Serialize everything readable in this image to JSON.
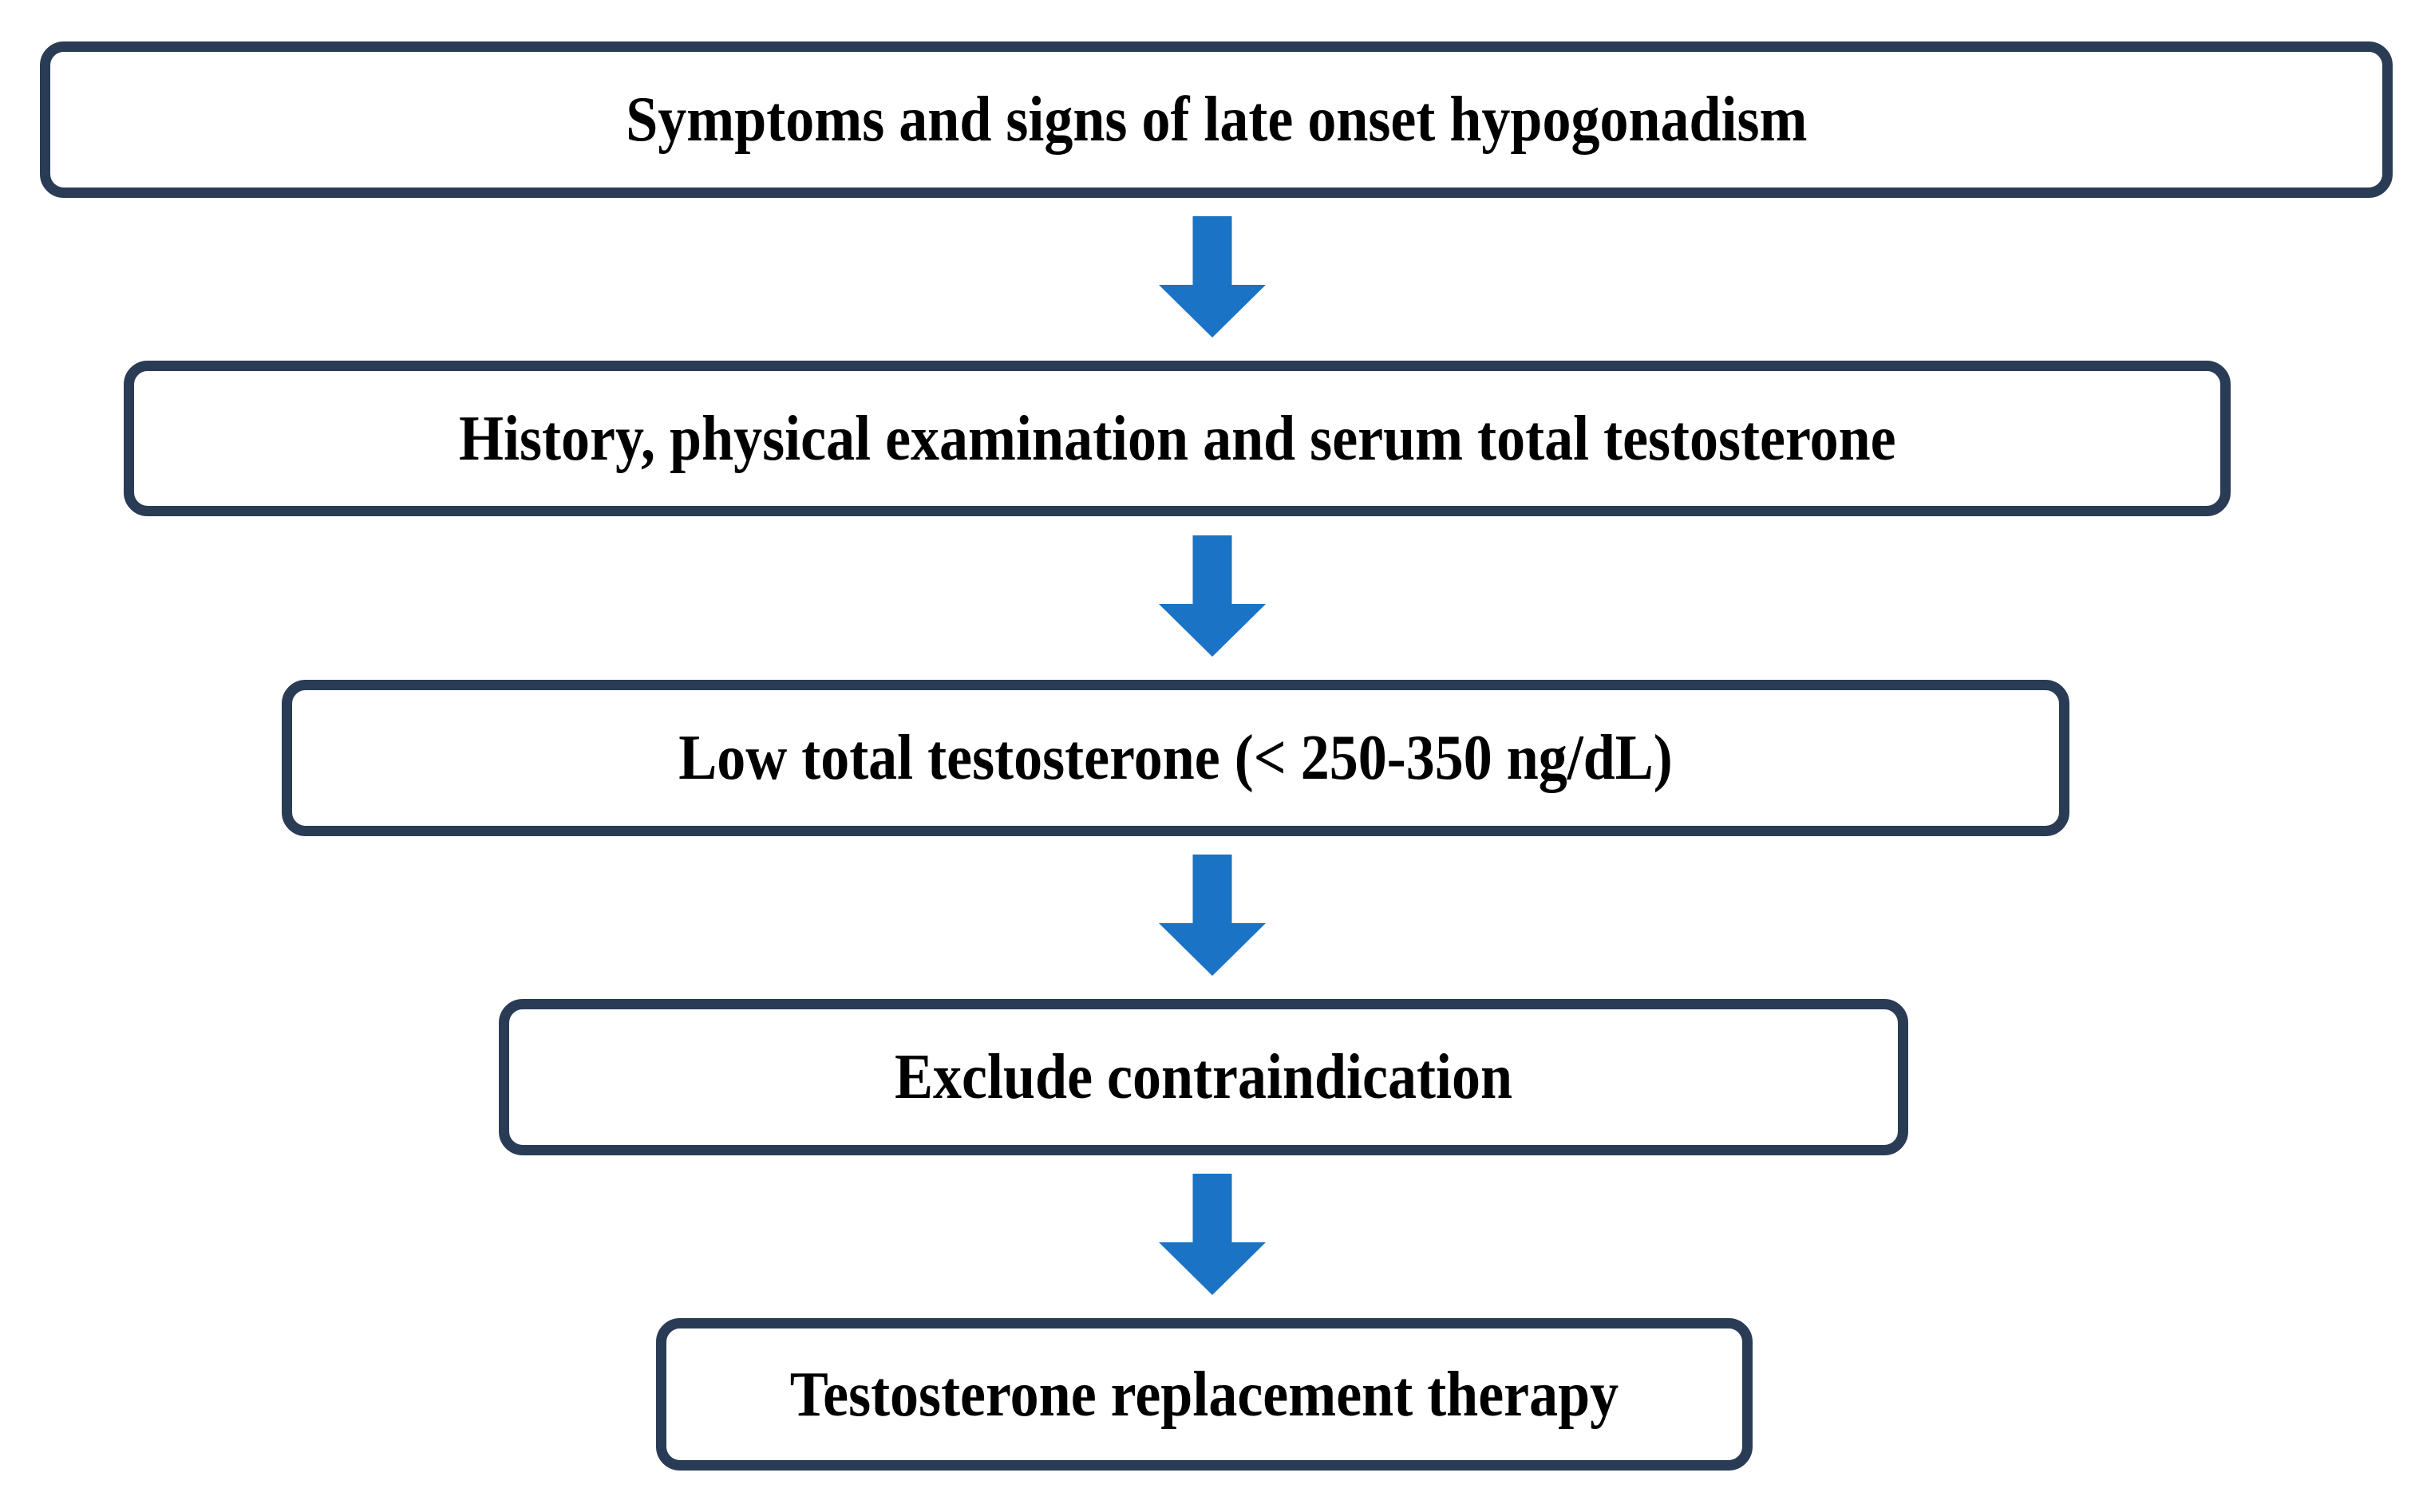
{
  "flowchart": {
    "steps": [
      {
        "label": "Symptoms and signs of late onset hypogonadism"
      },
      {
        "label": "History, physical examination and serum total testosterone"
      },
      {
        "label": "Low total testosterone (< 250-350 ng/dL)"
      },
      {
        "label": "Exclude contraindication"
      },
      {
        "label": "Testosterone replacement therapy"
      }
    ],
    "connector": "down-arrow"
  },
  "colors": {
    "box_border": "#2A3C55",
    "arrow_blue": "#1A73C5",
    "text_color": "#000000",
    "background": "#FFFFFF"
  }
}
